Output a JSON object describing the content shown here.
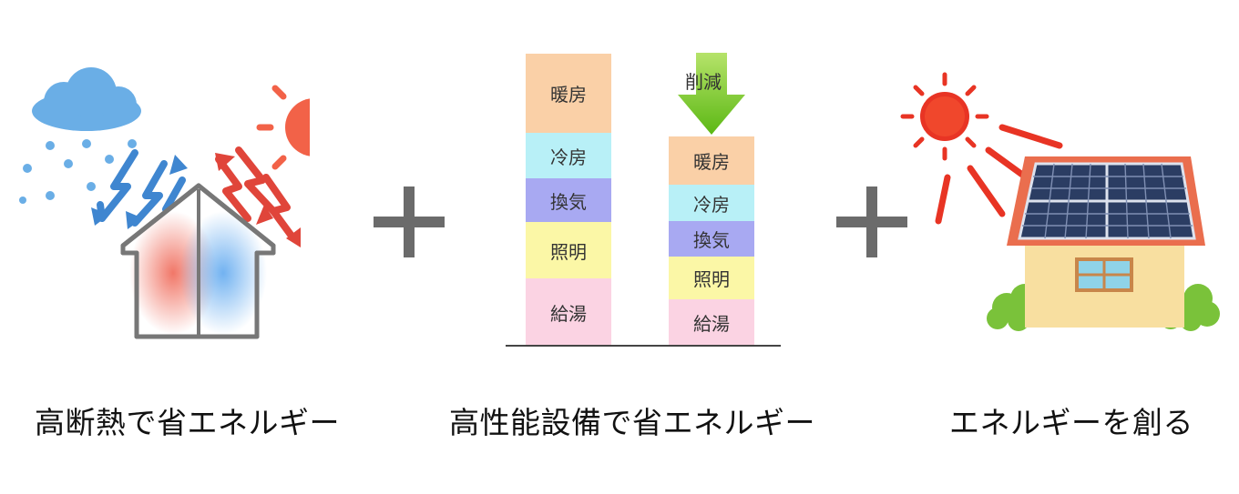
{
  "panels": [
    {
      "caption": "高断熱で省エネルギー",
      "icon": "insulated-house-icon"
    },
    {
      "caption": "高性能設備で省エネルギー",
      "icon": "energy-bars"
    },
    {
      "caption": "エネルギーを創る",
      "icon": "solar-house-icon"
    }
  ],
  "operators": [
    "plus-icon",
    "plus-icon"
  ],
  "bars": {
    "before": [
      "暖房",
      "冷房",
      "換気",
      "照明",
      "給湯"
    ],
    "after": [
      "暖房",
      "冷房",
      "換気",
      "照明",
      "給湯"
    ],
    "reduce_label": "削減",
    "colors": {
      "暖房": "#fad0a7",
      "冷房": "#b8f0f7",
      "換気": "#a8a9f2",
      "照明": "#fbf7a6",
      "給湯": "#fbd3e3"
    }
  },
  "colors": {
    "cold": "#4a90d9",
    "hot": "#e0453a",
    "sun": "#f26248",
    "arrow_green": "#6cc21f"
  }
}
